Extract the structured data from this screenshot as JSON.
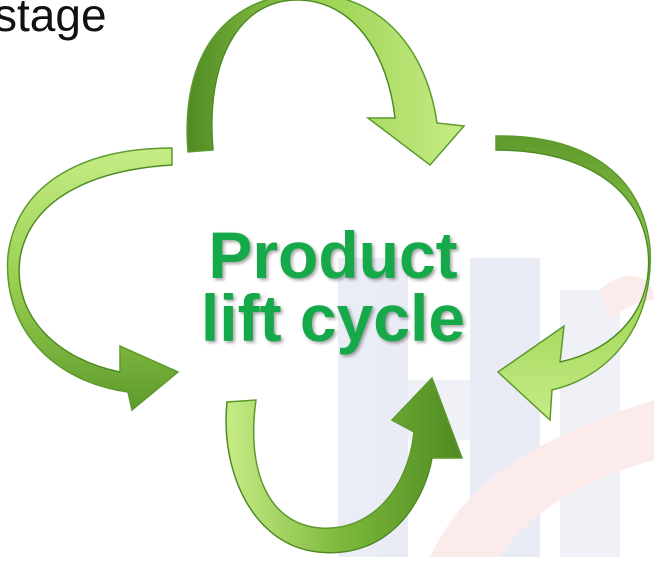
{
  "header": {
    "text": "stage"
  },
  "center": {
    "line1": "Product",
    "line2": "lift cycle"
  },
  "colors": {
    "arrow_light": "#c7ec86",
    "arrow_mid": "#8fc846",
    "arrow_dark": "#4f8a23",
    "arrow_outline": "#5d9a2e",
    "label": "#16a94a",
    "watermark_blue": "#e8ebf4",
    "watermark_red": "#fbe9e9"
  },
  "icons": [
    "arrow-top-icon",
    "arrow-right-icon",
    "arrow-bottom-icon",
    "arrow-left-icon",
    "watermark-logo"
  ]
}
